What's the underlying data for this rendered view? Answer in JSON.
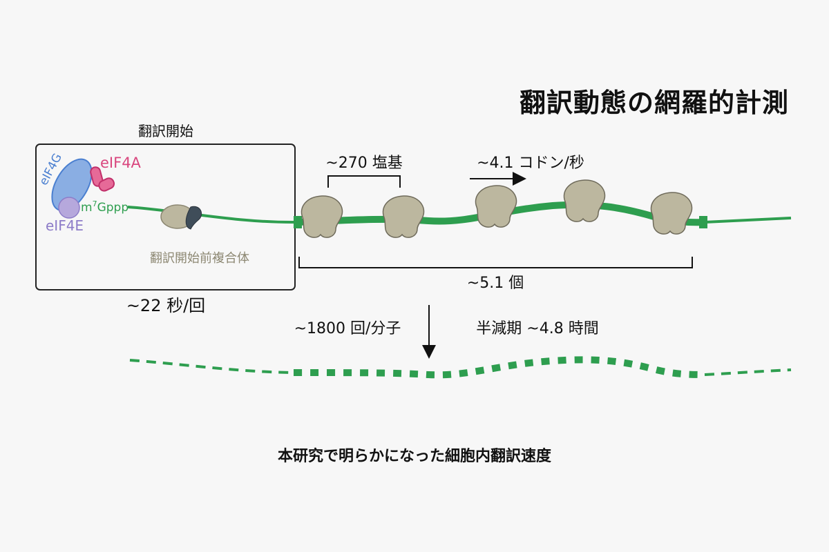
{
  "title": "翻訳動態の網羅的計測",
  "caption": "本研究で明らかになった細胞内翻訳速度",
  "initiation": {
    "heading": "翻訳開始",
    "rate": "~22 秒/回",
    "complex_label": "翻訳開始前複合体",
    "factors": {
      "eIF4G": "eIF4G",
      "eIF4A": "eIF4A",
      "eIF4E": "eIF4E",
      "cap_prefix": "m",
      "cap_sup": "7",
      "cap_suffix": "Gppp"
    }
  },
  "elongation": {
    "spacing": "~270 塩基",
    "speed": "~4.1 コドン/秒",
    "ribosome_count": "~5.1 個"
  },
  "decay": {
    "rounds": "~1800 回/分子",
    "half_life": "半減期 ~4.8 時間"
  },
  "colors": {
    "mrna": "#2e9e4f",
    "ribosome": "#bcb79f",
    "ribosome_stroke": "#6e6a5a",
    "eIF4G": "#6f95d6",
    "eIF4A": "#d9467e",
    "eIF4E": "#a99ad1",
    "cap_text": "#2e9e4f",
    "complex_text": "#8c8772",
    "background": "#f7f7f7"
  }
}
